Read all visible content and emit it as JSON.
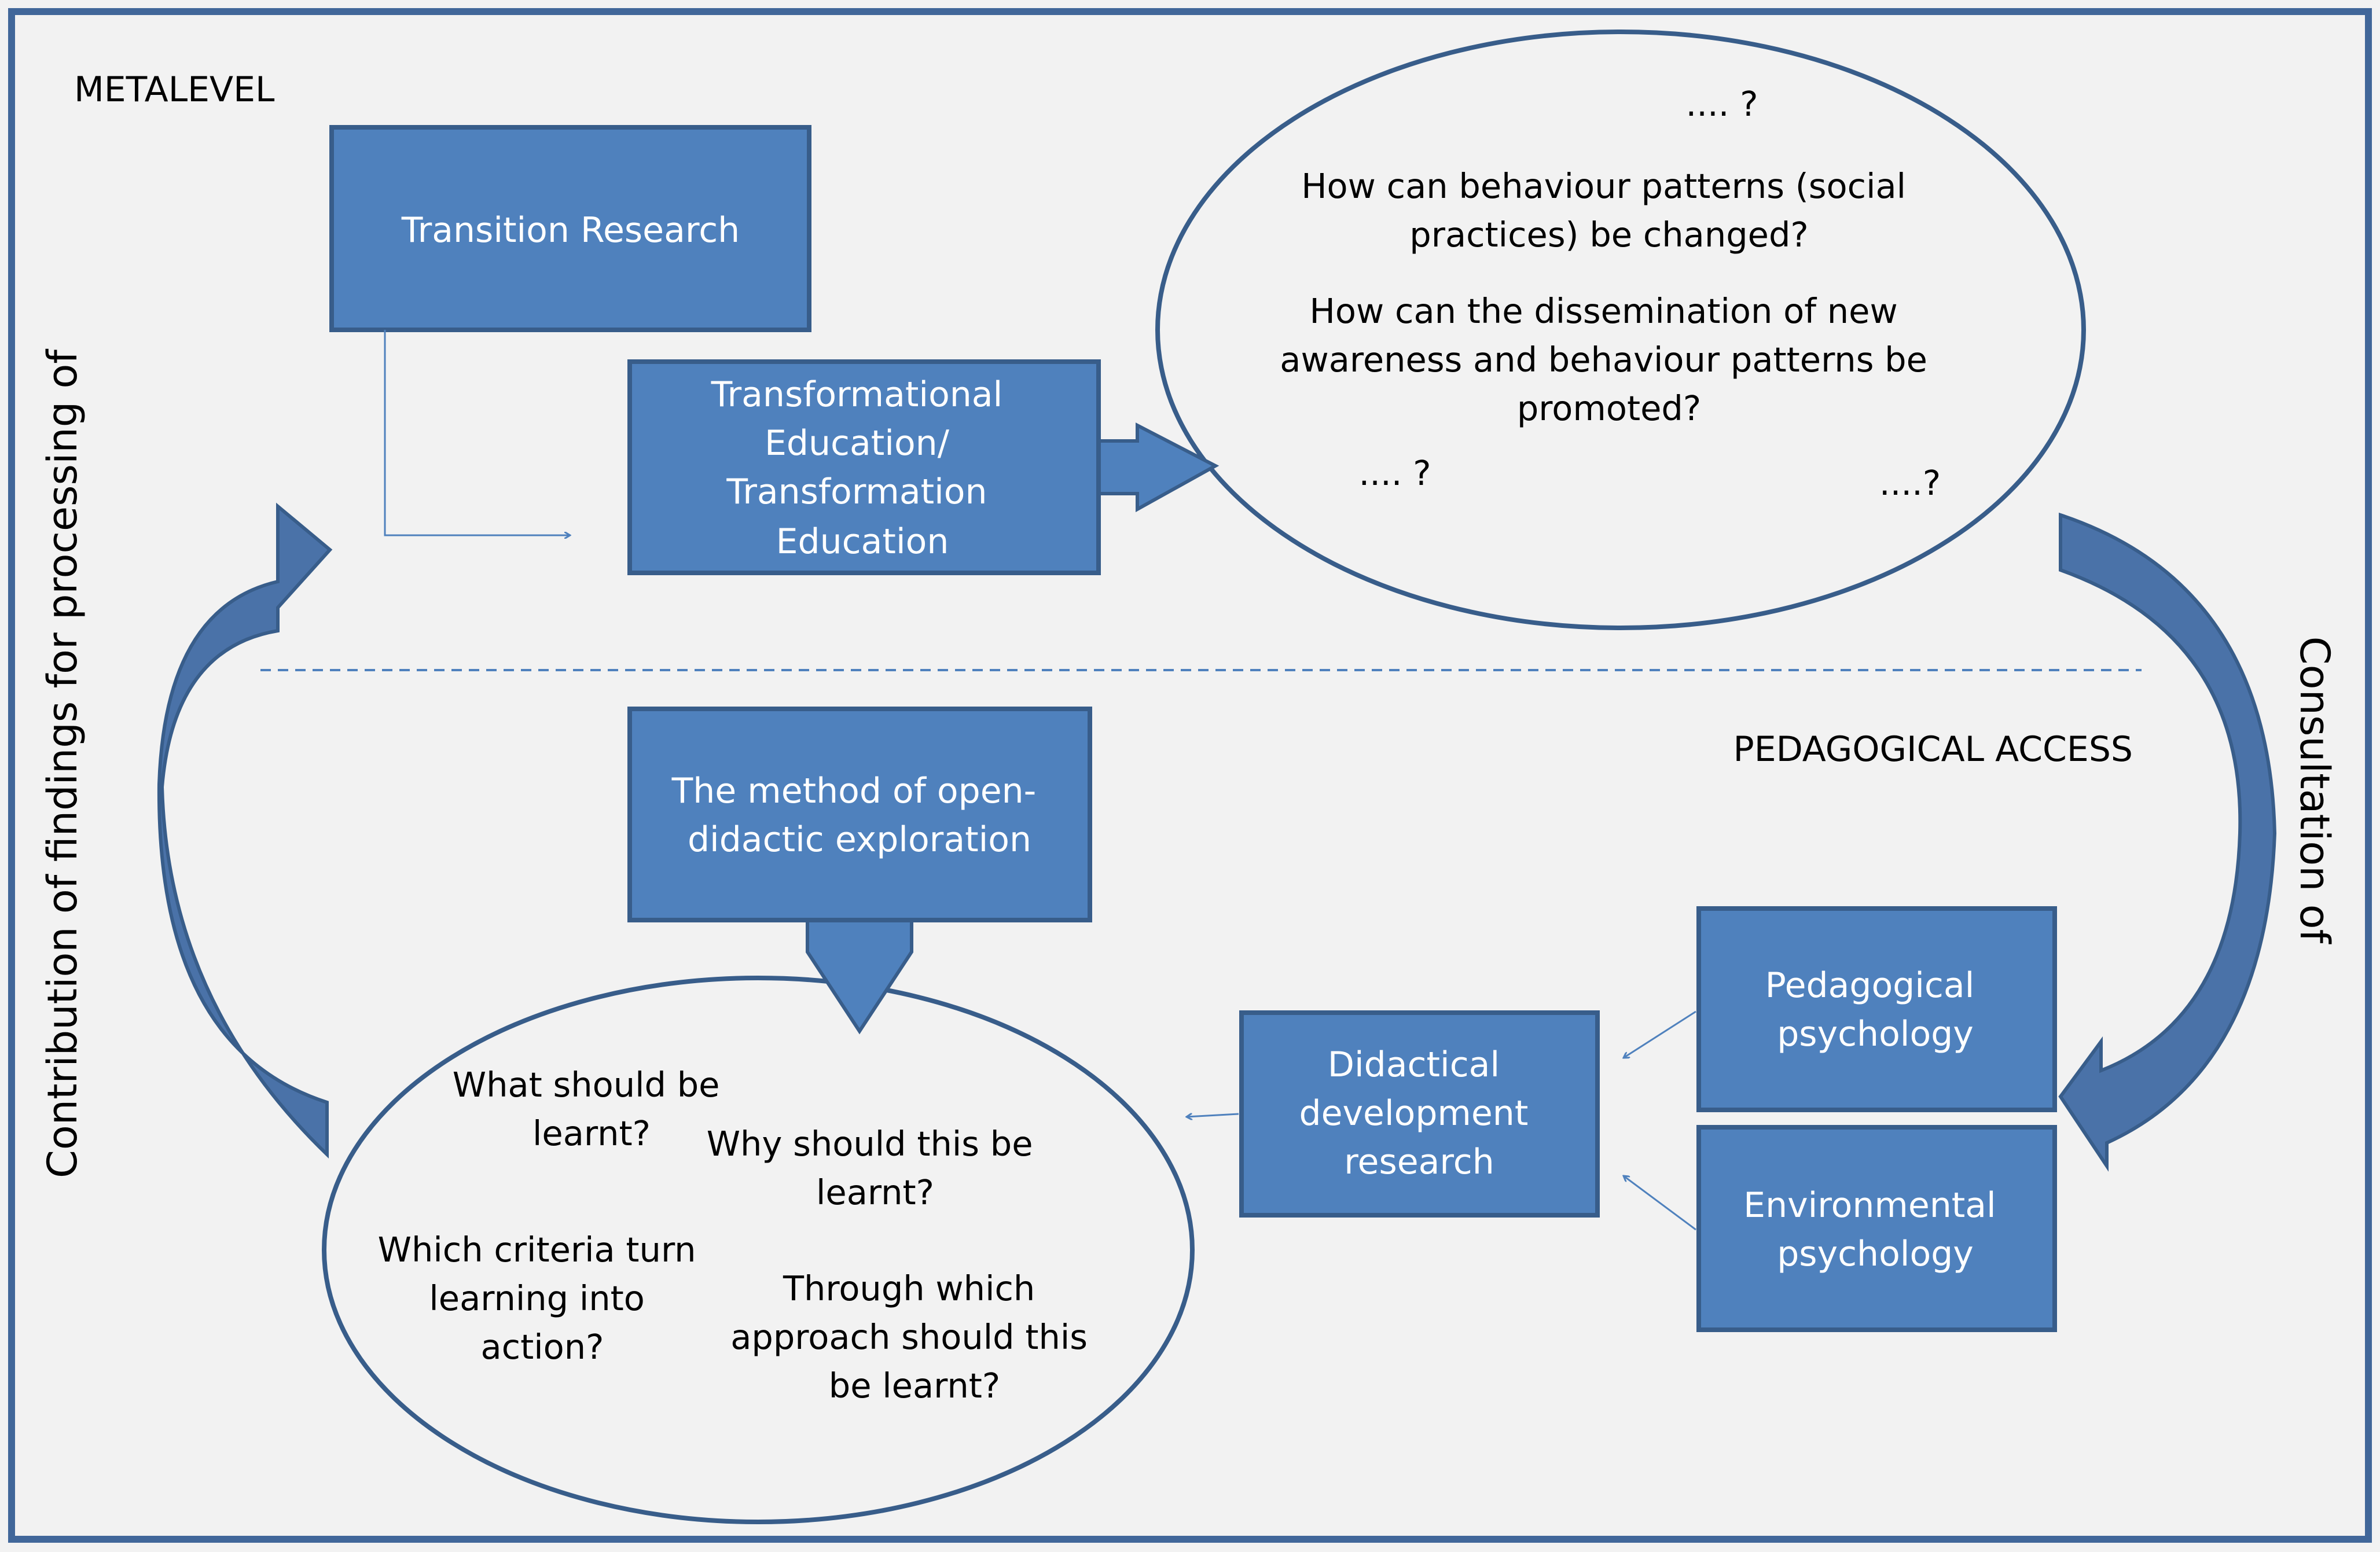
{
  "colors": {
    "background": "#f2f2f2",
    "frame": "#41679a",
    "box_fill": "#4f81bd",
    "box_stroke": "#385d8a",
    "ellipse_stroke": "#385d8a",
    "big_arrow": "#4a72a8",
    "thin_arrow": "#4f81bd"
  },
  "labels": {
    "metalevel": "METALEVEL",
    "pedagogical_access": "PEDAGOGICAL ACCESS",
    "left_side": "Contribution of findings for processing of",
    "right_side": "Consultation of"
  },
  "boxes": {
    "transition_research": [
      "Transition Research"
    ],
    "transformational_education": [
      "Transformational",
      "Education/",
      "Transformation",
      "Education"
    ],
    "open_didactic": [
      "The method of open-",
      "didactic exploration"
    ],
    "didactical_development": [
      "Didactical",
      "development",
      "research"
    ],
    "pedagogical_psychology": [
      "Pedagogical",
      "psychology"
    ],
    "environmental_psychology": [
      "Environmental",
      "psychology"
    ]
  },
  "top_questions": {
    "q_top": [
      ".... ?"
    ],
    "q_behaviour": [
      "How can behaviour patterns (social",
      "practices) be changed?"
    ],
    "q_dissemination": [
      "How can the dissemination of new",
      "awareness and behaviour patterns be",
      "promoted?"
    ],
    "q_left": [
      ".... ?"
    ],
    "q_right": [
      "....?"
    ]
  },
  "bottom_questions": {
    "q_what": [
      "What should be",
      "learnt?"
    ],
    "q_why": [
      "Why should this be",
      "learnt?"
    ],
    "q_criteria": [
      "Which criteria turn",
      "learning into",
      "action?"
    ],
    "q_approach": [
      "Through which",
      "approach should this",
      "be learnt?"
    ]
  }
}
